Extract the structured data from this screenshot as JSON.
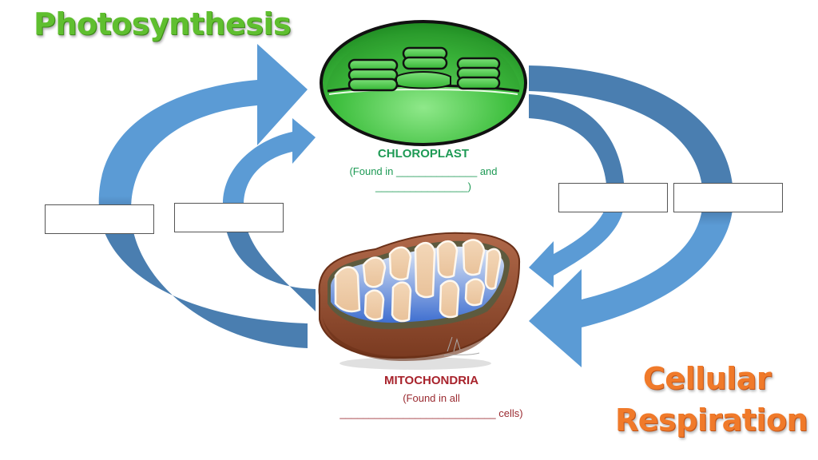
{
  "titles": {
    "photosynthesis": "Photosynthesis",
    "cellular_respiration_line1": "Cellular",
    "cellular_respiration_line2": "Respiration"
  },
  "organelles": {
    "chloroplast": {
      "name": "CHLOROPLAST",
      "line1": "(Found in ______________  and",
      "line2": "________________)"
    },
    "mitochondria": {
      "name": "MITOCHONDRIA",
      "line1": "(Found in all",
      "line2": "___________________________  cells)"
    }
  },
  "answer_boxes": [
    {
      "id": "photosynthesis-input-outer",
      "value": ""
    },
    {
      "id": "photosynthesis-input-inner",
      "value": ""
    },
    {
      "id": "respiration-input-inner",
      "value": ""
    },
    {
      "id": "respiration-input-outer",
      "value": ""
    }
  ],
  "colors": {
    "arrow_light": "#5b9bd5",
    "arrow_dark": "#4a7eb0",
    "photosynthesis_title": "#5fbf2f",
    "respiration_title": "#f07a2a",
    "chloroplast_label": "#1e9a55",
    "mitochondria_label": "#a8232c",
    "chloroplast_fill": "#4cc94c"
  }
}
